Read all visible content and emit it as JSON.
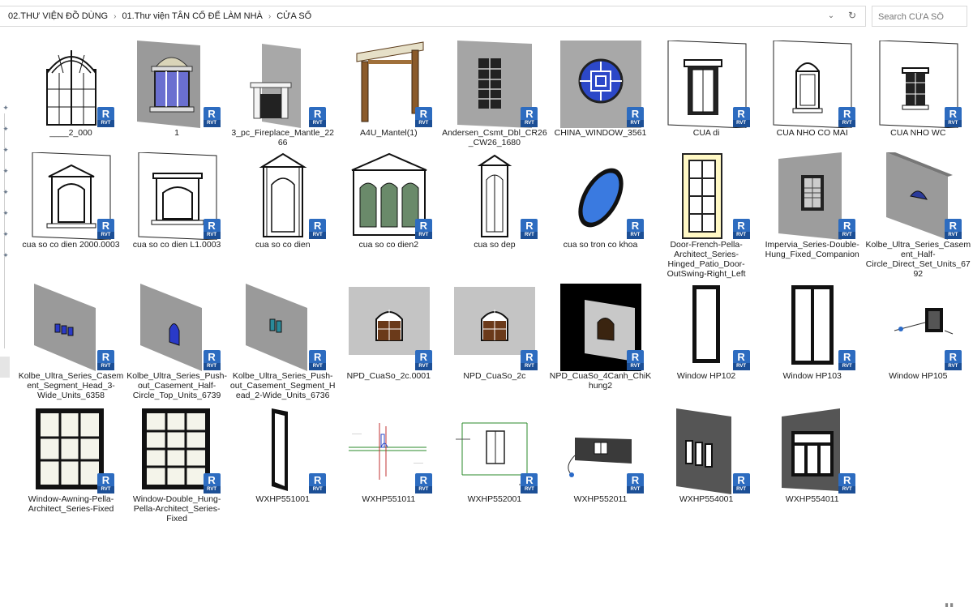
{
  "breadcrumb": {
    "items": [
      "02.THƯ VIỆN ĐỒ DÙNG",
      "01.Thư viện TÂN CỔ ĐỂ LÀM NHÀ",
      "CỬA SỔ"
    ],
    "separator": "›"
  },
  "search": {
    "placeholder": "Search CỬA SỔ"
  },
  "badge": {
    "top": "R",
    "bottom": "RVT"
  },
  "files": [
    {
      "label": "____2_000",
      "thumb": "arch-window"
    },
    {
      "label": "1",
      "thumb": "dome-window-3d"
    },
    {
      "label": "3_pc_Fireplace_Mantle_2266",
      "thumb": "fireplace-panel"
    },
    {
      "label": "A4U_Mantel(1)",
      "thumb": "mantel"
    },
    {
      "label": "Andersen_Csmt_Dbl_CR26_CW26_1680",
      "thumb": "grid-window-panel"
    },
    {
      "label": "CHINA_WINDOW_3561",
      "thumb": "round-window"
    },
    {
      "label": "CUA di",
      "thumb": "pediment-door"
    },
    {
      "label": "CUA NHO CO MAI",
      "thumb": "arch-small-window"
    },
    {
      "label": "CUA NHO WC",
      "thumb": "small-window"
    },
    {
      "label": "cua so co dien 2000.0003",
      "thumb": "pediment-arch-window"
    },
    {
      "label": "cua so co dien L1.0003",
      "thumb": "arch-window-frame"
    },
    {
      "label": "cua so co dien",
      "thumb": "classic-tall-window"
    },
    {
      "label": "cua so co dien2",
      "thumb": "temple-window"
    },
    {
      "label": "cua so dep",
      "thumb": "classic-narrow-window"
    },
    {
      "label": "cua so tron co khoa",
      "thumb": "oval-window"
    },
    {
      "label": "Door-French-Pella-Architect_Series-Hinged_Patio_Door-OutSwing-Right_Left",
      "thumb": "french-door"
    },
    {
      "label": "Impervia_Series-Double-Hung_Fixed_Companion",
      "thumb": "dh-window-panel"
    },
    {
      "label": "Kolbe_Ultra_Series_Casement_Half-Circle_Direct_Set_Units_6792",
      "thumb": "half-circle-panel"
    },
    {
      "label": "Kolbe_Ultra_Series_Casement_Segment_Head_3-Wide_Units_6358",
      "thumb": "segment3-panel"
    },
    {
      "label": "Kolbe_Ultra_Series_Push-out_Casement_Half-Circle_Top_Units_6739",
      "thumb": "halfcircle-top-panel"
    },
    {
      "label": "Kolbe_Ultra_Series_Push-out_Casement_Segment_Head_2-Wide_Units_6736",
      "thumb": "segment2-panel"
    },
    {
      "label": "NPD_CuaSo_2c.0001",
      "thumb": "npd-window"
    },
    {
      "label": "NPD_CuaSo_2c",
      "thumb": "npd-window"
    },
    {
      "label": "NPD_CuaSo_4Canh_ChiKhung2",
      "thumb": "npd-dark"
    },
    {
      "label": "Window HP102",
      "thumb": "tall-single-window"
    },
    {
      "label": "Window HP103",
      "thumb": "tall-double-window"
    },
    {
      "label": "Window HP105",
      "thumb": "hp105"
    },
    {
      "label": "Window-Awning-Pella-Architect_Series-Fixed",
      "thumb": "awning-window"
    },
    {
      "label": "Window-Double_Hung-Pella-Architect_Series-Fixed",
      "thumb": "double-hung-window"
    },
    {
      "label": "WXHP551001",
      "thumb": "narrow-window"
    },
    {
      "label": "WXHP551011",
      "thumb": "cad-drawing"
    },
    {
      "label": "WXHP552001",
      "thumb": "cad-plan"
    },
    {
      "label": "WXHP552011",
      "thumb": "small-wall-window"
    },
    {
      "label": "WXHP554001",
      "thumb": "wall-3pane"
    },
    {
      "label": "WXHP554011",
      "thumb": "wall-transom"
    }
  ]
}
